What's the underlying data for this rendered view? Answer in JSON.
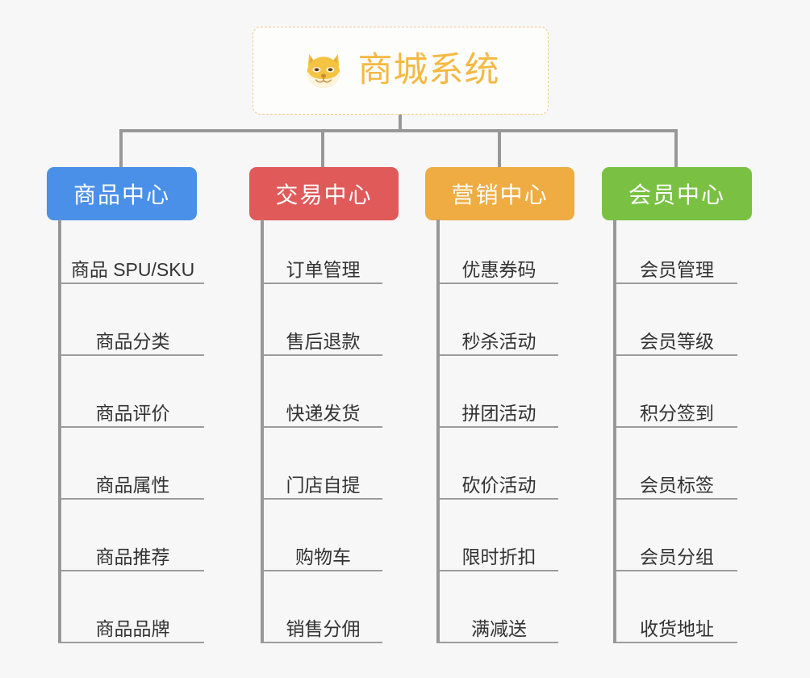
{
  "page": {
    "background_color": "#f7f7f7",
    "diagram_type": "mindmap-tree",
    "line_color": "#989898"
  },
  "root": {
    "title": "商城系统",
    "icon": "shiba-dog-emoji",
    "text_color": "#f5b841",
    "border_color": "#f2c98a"
  },
  "categories": [
    {
      "label": "商品中心",
      "color": "#4a90e8",
      "items": [
        "商品 SPU/SKU",
        "商品分类",
        "商品评价",
        "商品属性",
        "商品推荐",
        "商品品牌"
      ]
    },
    {
      "label": "交易中心",
      "color": "#e05a5a",
      "items": [
        "订单管理",
        "售后退款",
        "快递发货",
        "门店自提",
        "购物车",
        "销售分佣"
      ]
    },
    {
      "label": "营销中心",
      "color": "#eeac43",
      "items": [
        "优惠券码",
        "秒杀活动",
        "拼团活动",
        "砍价活动",
        "限时折扣",
        "满减送"
      ]
    },
    {
      "label": "会员中心",
      "color": "#7ac143",
      "items": [
        "会员管理",
        "会员等级",
        "积分签到",
        "会员标签",
        "会员分组",
        "收货地址"
      ]
    }
  ]
}
